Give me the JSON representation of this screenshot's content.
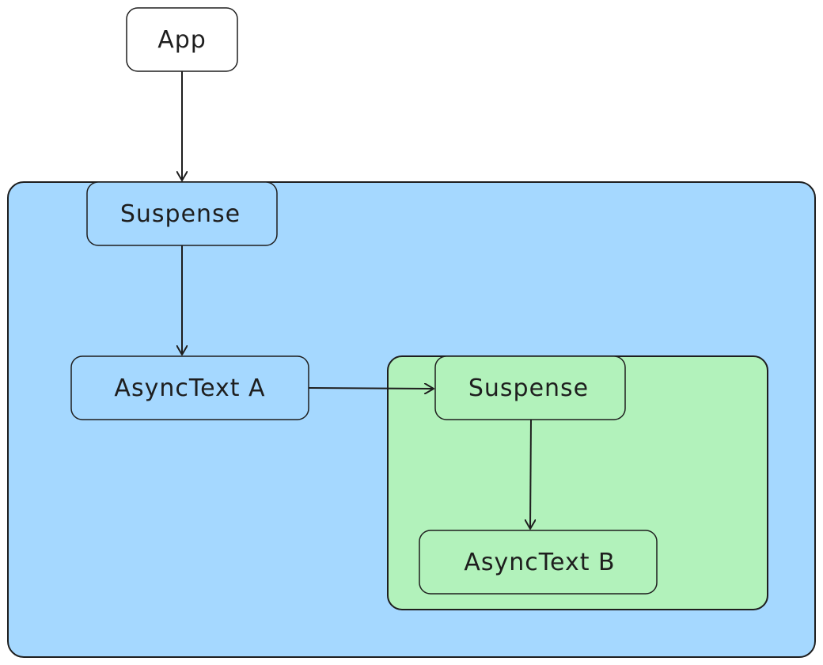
{
  "colors": {
    "outer_group_fill": "#a5d8ff",
    "inner_group_fill": "#b2f2bb",
    "node_fill_white": "#ffffff",
    "stroke": "#1e1e1e"
  },
  "nodes": {
    "app": {
      "label": "App"
    },
    "suspense_outer": {
      "label": "Suspense"
    },
    "async_text_a": {
      "label": "AsyncText A"
    },
    "suspense_inner": {
      "label": "Suspense"
    },
    "async_text_b": {
      "label": "AsyncText B"
    }
  },
  "edges": [
    {
      "from": "App",
      "to": "Suspense"
    },
    {
      "from": "Suspense",
      "to": "AsyncText A"
    },
    {
      "from": "AsyncText A",
      "to": "Suspense"
    },
    {
      "from": "Suspense",
      "to": "AsyncText B"
    }
  ]
}
